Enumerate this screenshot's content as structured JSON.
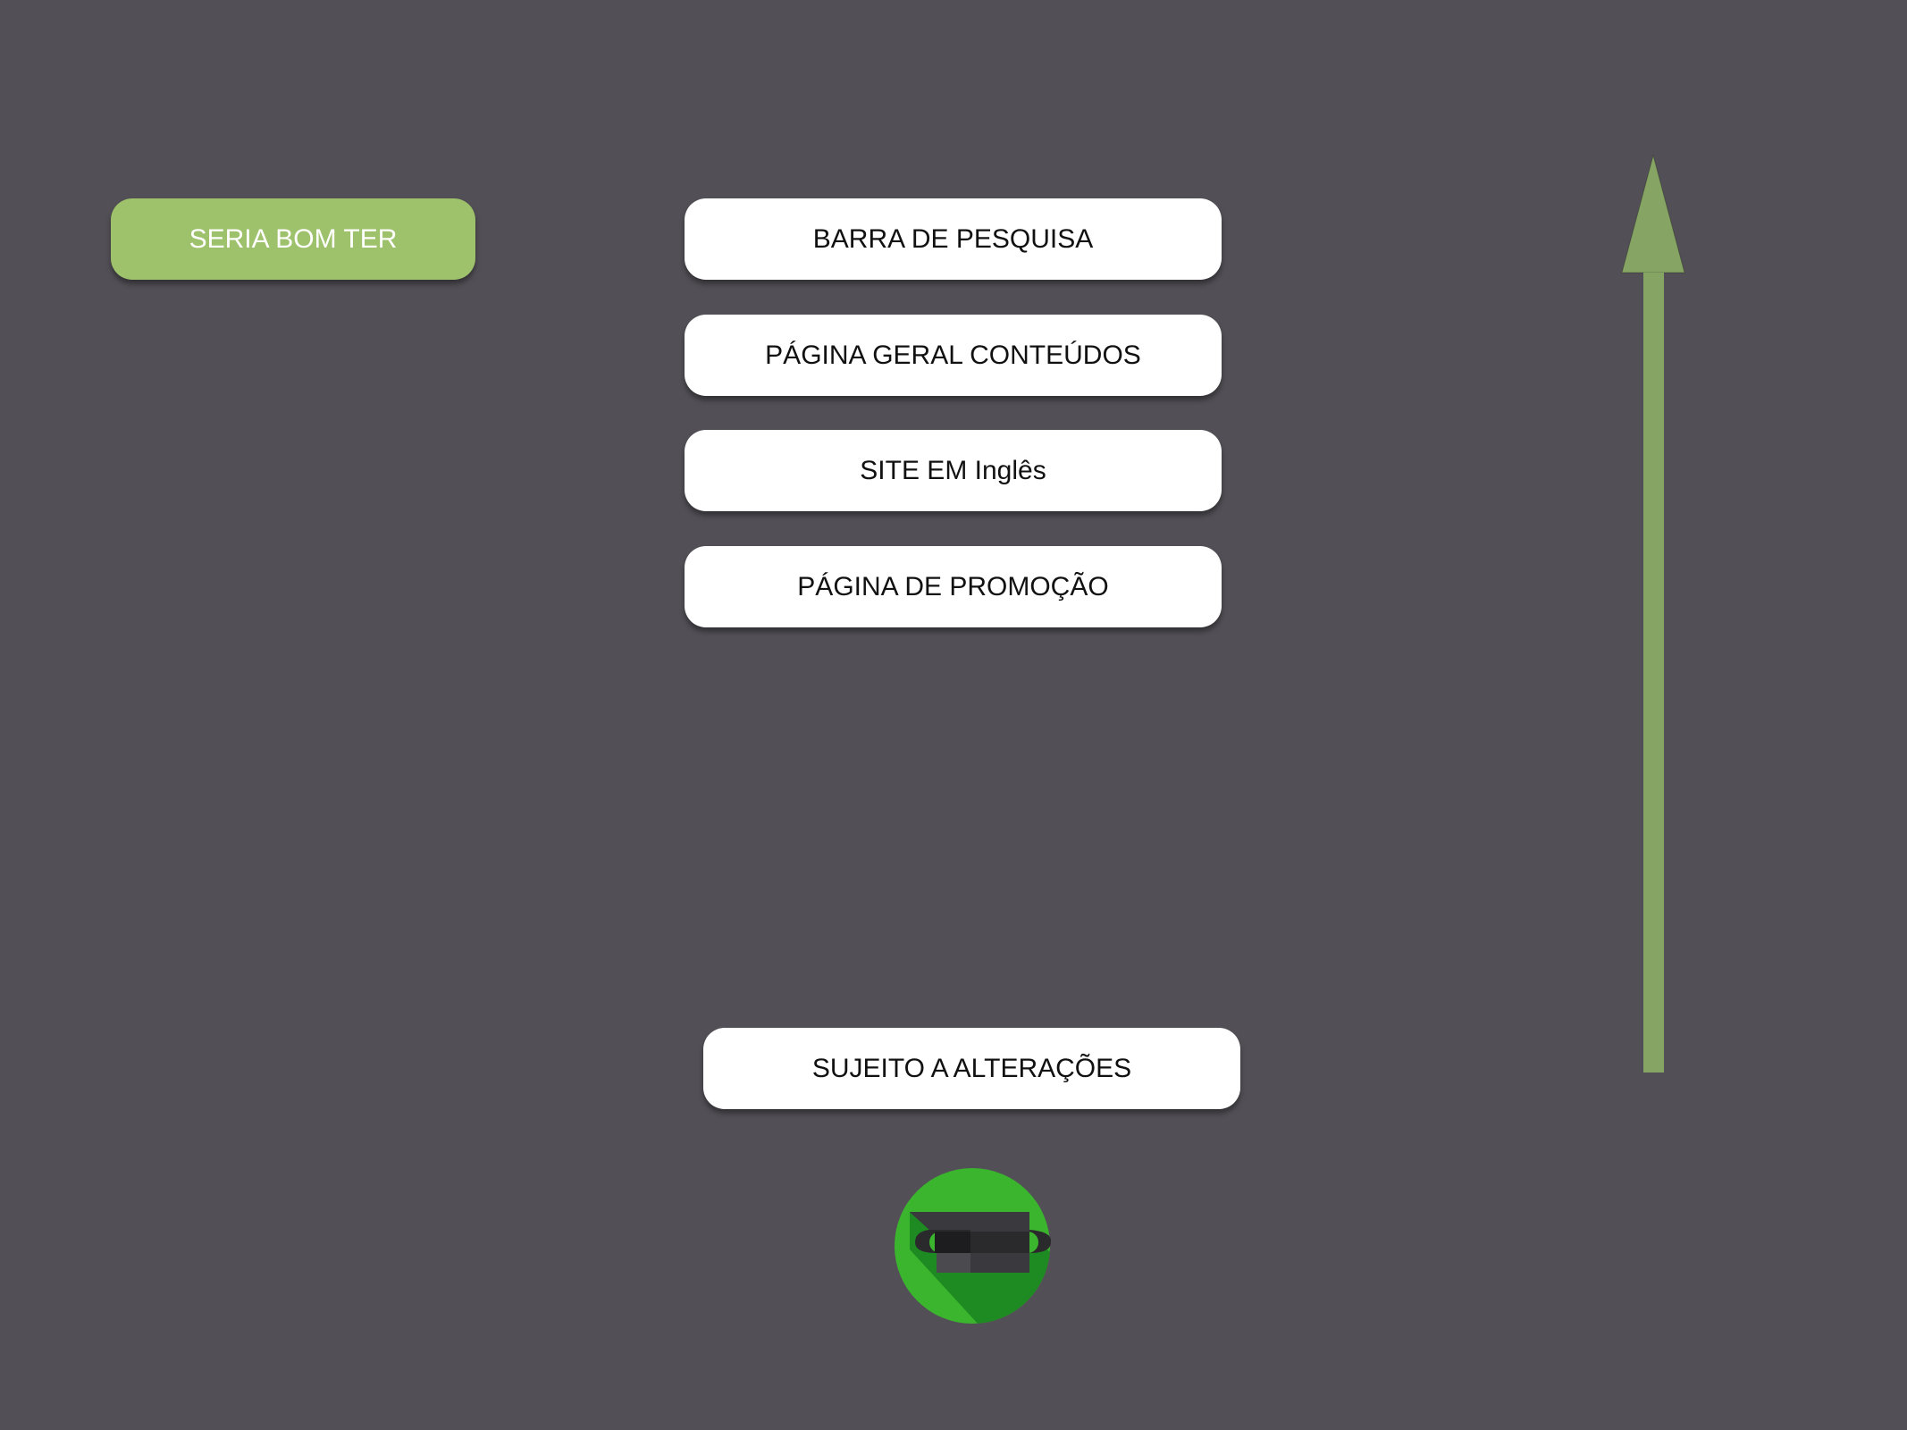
{
  "left_label": "SERIA BOM TER",
  "items": [
    "BARRA DE PESQUISA",
    "PÁGINA GERAL CONTEÚDOS",
    "SITE EM Inglês",
    "PÁGINA DE PROMOÇÃO"
  ],
  "note": "SUJEITO A ALTERAÇÕES",
  "arrow_direction": "up",
  "colors": {
    "background": "#525056",
    "accent_green": "#9ec16c",
    "arrow_green": "#86a463",
    "logo_green": "#3bb52e"
  },
  "icons": {
    "arrow": "up-arrow-icon",
    "logo": "anvil-logo-icon"
  }
}
